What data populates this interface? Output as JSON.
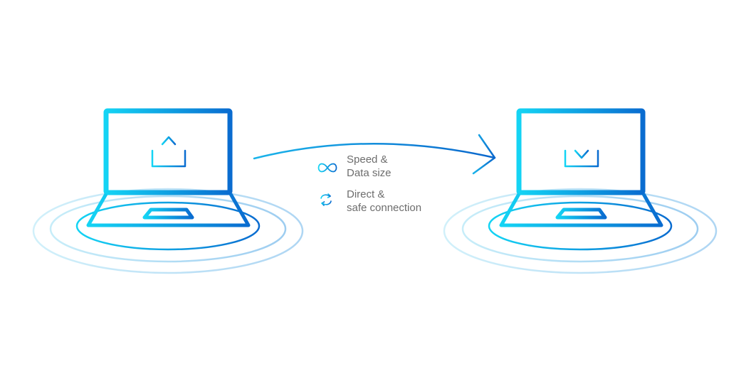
{
  "features": [
    {
      "icon": "infinity-icon",
      "line1": "Speed &",
      "line2": "Data size"
    },
    {
      "icon": "sync-arrows-icon",
      "line1": "Direct &",
      "line2": "safe connection"
    }
  ],
  "colors": {
    "gradient_start": "#14d4f4",
    "gradient_end": "#0a6cd0",
    "ring_light": "#bfe6f7",
    "text": "#6d6d6d"
  }
}
